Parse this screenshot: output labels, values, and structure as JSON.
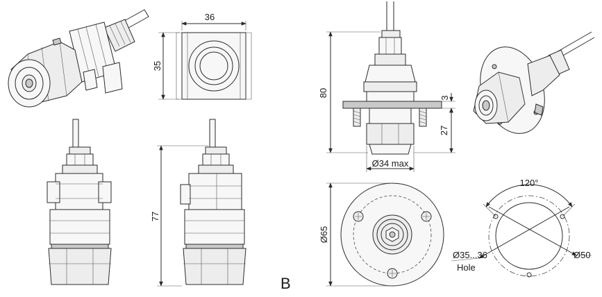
{
  "labels": {
    "top_width": "36",
    "top_height": "35",
    "side_height": "77",
    "flange_height": "80",
    "flange_thickness": "3",
    "thread_length": "27",
    "max_diameter": "Ø34 max",
    "flange_diameter": "Ø65",
    "angle": "120°",
    "hole_diameter": "Ø35...36",
    "hole_word": "Hole",
    "bolt_circle": "Ø50",
    "section_marker": "B"
  }
}
